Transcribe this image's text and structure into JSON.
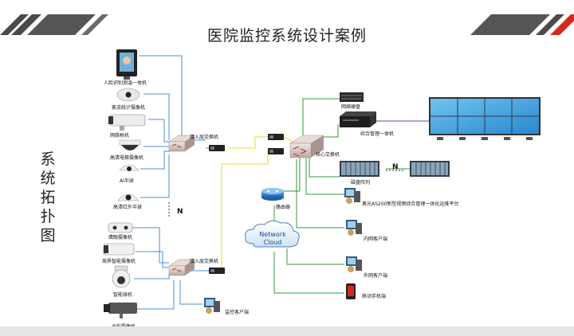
{
  "page": {
    "title": "医院监控系统设计案例",
    "side_title": [
      "系",
      "统",
      "拓",
      "扑",
      "图"
    ]
  },
  "devices": {
    "face_terminal": "人脸识别测温一体机",
    "counter_camera": "客流统计摄像机",
    "bullet_camera": "网络枪机",
    "vandal_dome": "高清电梯摄像机",
    "ai_dome": "AI半球",
    "hd_dome": "高清红外半球",
    "n_left": "N",
    "panoramic_cam": "鹰眼摄像机",
    "parking_cam": "周界智能摄像机",
    "ptz_ball": "智能球机",
    "box_camera": "全彩摄像机",
    "access_switch_top": "接入层交换机",
    "access_switch_bottom": "接入层交换机",
    "core_switch": "核心交换机",
    "nvr": "网络硬盘",
    "management_unit": "综合管理一体机",
    "storage_array": "磁盘阵列",
    "n_right": "N",
    "platform_pc": "奥光AS200新型视频综合管理一体化运维平台",
    "router": "路由器",
    "cloud": [
      "Network",
      "Cloud"
    ],
    "intranet_client": "内网客户端",
    "extranet_client": "外网客户端",
    "mobile_client": "移动手机端",
    "monitor_client": "监控客户端"
  },
  "colors": {
    "blue_line": "#4a8fd8",
    "yellow_line": "#f2e15a",
    "green_line": "#2e9e3e",
    "purple_line": "#7a3c9a",
    "header_stripe": "#555555",
    "accent_red": "#d42a1e"
  }
}
